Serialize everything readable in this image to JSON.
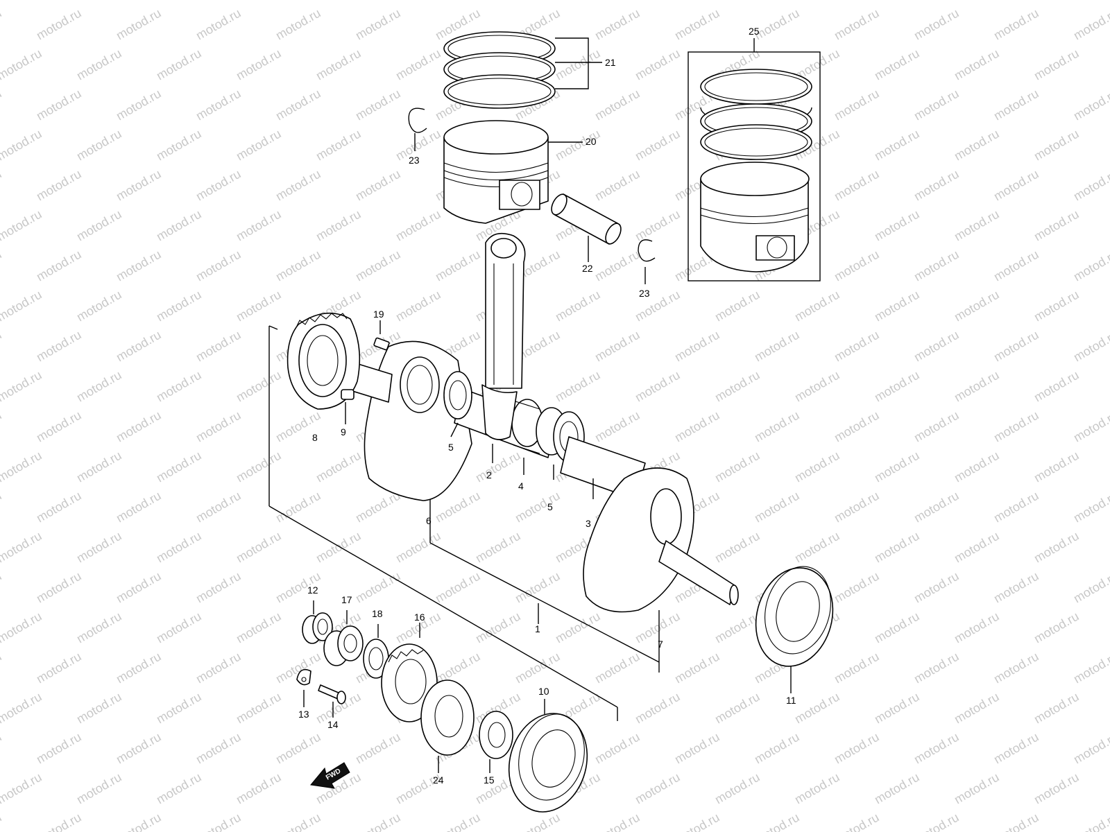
{
  "watermark": "motod.ru",
  "fwd_arrow_label": "FWD",
  "callouts": [
    {
      "id": "c1",
      "text": "1"
    },
    {
      "id": "c2",
      "text": "2"
    },
    {
      "id": "c3",
      "text": "3"
    },
    {
      "id": "c4",
      "text": "4"
    },
    {
      "id": "c5a",
      "text": "5"
    },
    {
      "id": "c5b",
      "text": "5"
    },
    {
      "id": "c6",
      "text": "6"
    },
    {
      "id": "c7",
      "text": "7"
    },
    {
      "id": "c8",
      "text": "8"
    },
    {
      "id": "c9",
      "text": "9"
    },
    {
      "id": "c10",
      "text": "10"
    },
    {
      "id": "c11",
      "text": "11"
    },
    {
      "id": "c12",
      "text": "12"
    },
    {
      "id": "c13",
      "text": "13"
    },
    {
      "id": "c14",
      "text": "14"
    },
    {
      "id": "c15",
      "text": "15"
    },
    {
      "id": "c16",
      "text": "16"
    },
    {
      "id": "c17",
      "text": "17"
    },
    {
      "id": "c18",
      "text": "18"
    },
    {
      "id": "c19",
      "text": "19"
    },
    {
      "id": "c20",
      "text": "20"
    },
    {
      "id": "c21",
      "text": "21"
    },
    {
      "id": "c22",
      "text": "22"
    },
    {
      "id": "c23a",
      "text": "23"
    },
    {
      "id": "c23b",
      "text": "23"
    },
    {
      "id": "c24",
      "text": "24"
    },
    {
      "id": "c25",
      "text": "25"
    }
  ]
}
